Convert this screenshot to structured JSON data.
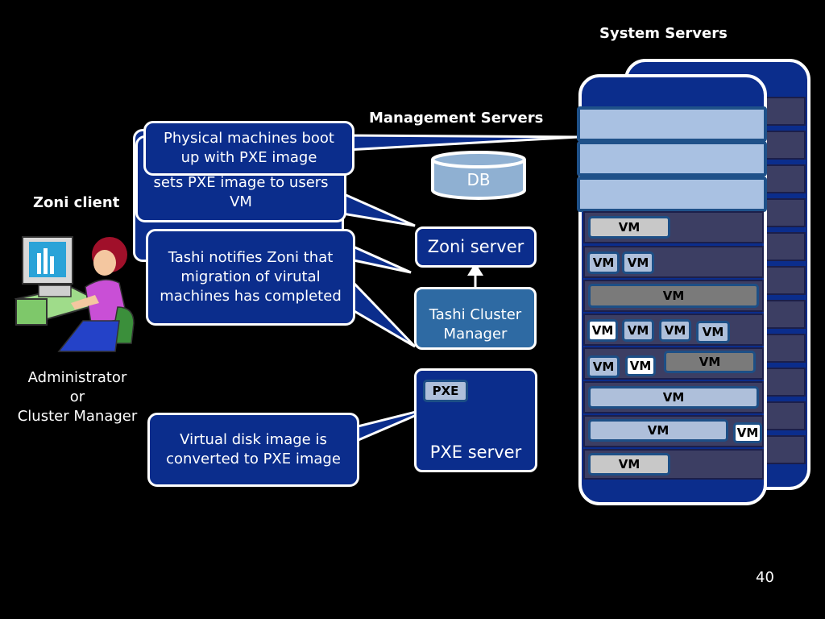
{
  "labels": {
    "system_servers": "System Servers",
    "management_servers": "Management Servers",
    "zoni_client": "Zoni client",
    "administrator_line1": "Administrator",
    "administrator_line2": "or",
    "administrator_line3": "Cluster Manager",
    "db": "DB",
    "zoni_server": "Zoni server",
    "tashi_line1": "Tashi Cluster",
    "tashi_line2": "Manager",
    "pxe_badge": "PXE",
    "pxe_server": "PXE server",
    "page_number": "40"
  },
  "callouts": {
    "boot": "Physical machines boot up with PXE image",
    "sets_pxe": "sets PXE image to users VM",
    "notifies": "Tashi notifies Zoni that migration of virutal machines has completed",
    "converted": "Virtual disk image is converted to PXE image"
  },
  "vm_label": "VM",
  "colors": {
    "background": "#000000",
    "box_blue": "#0b2d8c",
    "row_grey": "#3c3e63",
    "mgmt_light": "#a9c1e2",
    "db_color": "#8fb0d2"
  },
  "icons": [
    "person-at-computer-icon",
    "database-icon"
  ]
}
